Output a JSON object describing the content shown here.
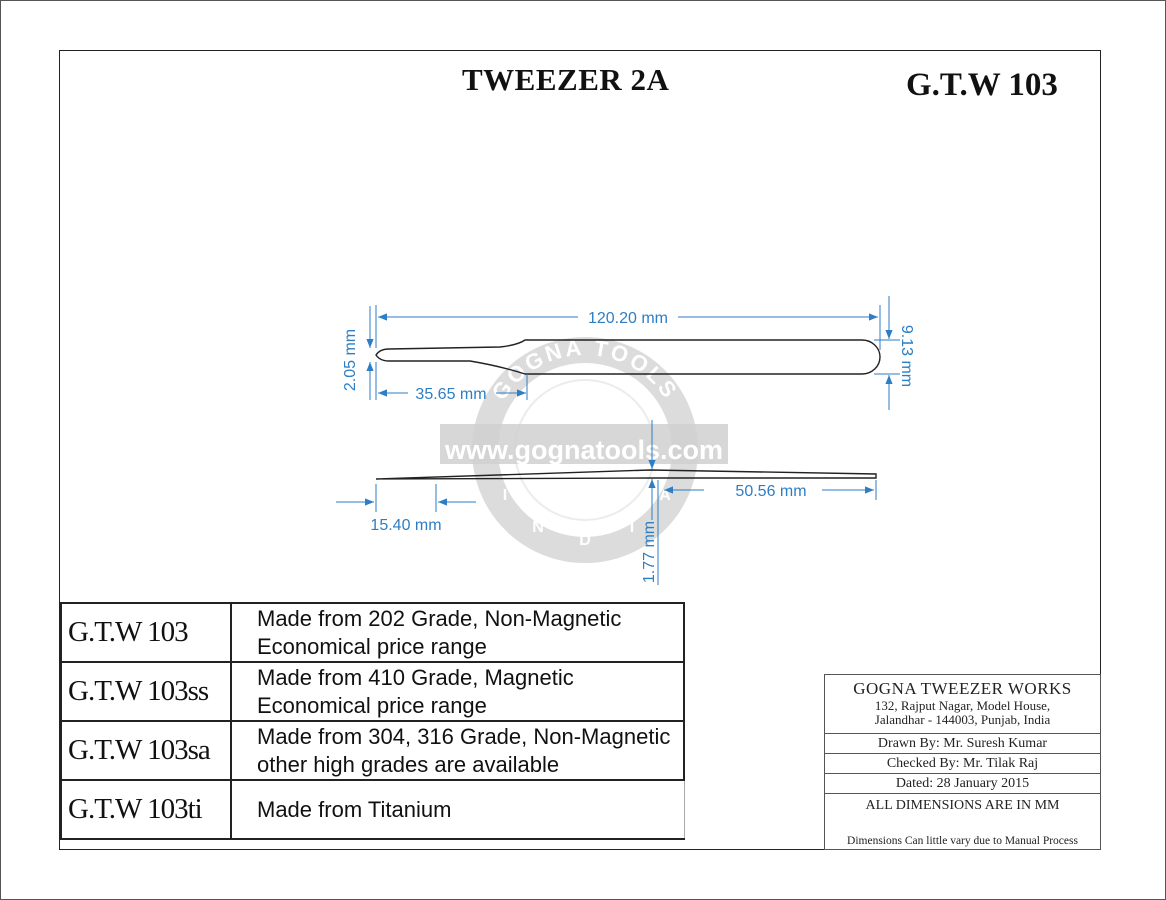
{
  "title": "TWEEZER 2A",
  "code": "G.T.W 103",
  "dimensions": {
    "length": "120.20 mm",
    "width": "9.13 mm",
    "tip_width": "2.05 mm",
    "taper_length": "35.65 mm",
    "side_tip": "15.40 mm",
    "side_length": "50.56 mm",
    "thickness": "1.77 mm"
  },
  "watermark": {
    "ring_text": "GOGNA TOOLS",
    "url": "www.gognatools.com",
    "letters": [
      "I",
      "N",
      "D",
      "I",
      "A"
    ]
  },
  "grades": [
    {
      "code": "G.T.W 103",
      "line1": "Made from 202 Grade, Non-Magnetic",
      "line2": "Economical price range"
    },
    {
      "code": "G.T.W 103ss",
      "line1": "Made from 410 Grade, Magnetic",
      "line2": "Economical price range"
    },
    {
      "code": "G.T.W 103sa",
      "line1": "Made from 304, 316 Grade, Non-Magnetic",
      "line2": "other high grades are available"
    },
    {
      "code": "G.T.W 103ti",
      "line1": "Made from Titanium",
      "line2": ""
    }
  ],
  "company": {
    "name": "GOGNA TWEEZER WORKS",
    "address1": "132, Rajput Nagar, Model House,",
    "address2": "Jalandhar - 144003, Punjab, India",
    "drawn_by": "Drawn By: Mr. Suresh Kumar",
    "checked_by": "Checked By: Mr. Tilak Raj",
    "dated": "Dated: 28 January 2015",
    "note": "ALL DIMENSIONS ARE IN MM",
    "disclaimer": "Dimensions Can little vary due to Manual Process"
  },
  "colors": {
    "dimension": "#2d7ec4",
    "line": "#222222",
    "watermark": "#d6d6d6"
  }
}
